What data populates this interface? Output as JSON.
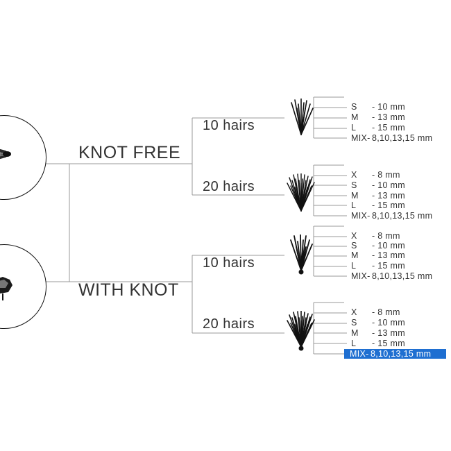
{
  "branches": [
    {
      "label": "KNOT FREE",
      "icon": "knot-free-lash-closeup-icon",
      "groups": [
        {
          "hairs": "10 hairs",
          "icon": "lash-tuft-10-icon",
          "sizes": [
            {
              "code": "S",
              "value": "- 10 mm"
            },
            {
              "code": "M",
              "value": "- 13 mm"
            },
            {
              "code": "L",
              "value": "- 15 mm"
            },
            {
              "code": "MIX-",
              "value": "8,10,13,15 mm"
            }
          ]
        },
        {
          "hairs": "20 hairs",
          "icon": "lash-tuft-20-icon",
          "sizes": [
            {
              "code": "X",
              "value": "- 8 mm"
            },
            {
              "code": "S",
              "value": "- 10 mm"
            },
            {
              "code": "M",
              "value": "- 13 mm"
            },
            {
              "code": "L",
              "value": "- 15 mm"
            },
            {
              "code": "MIX-",
              "value": "8,10,13,15 mm"
            }
          ]
        }
      ]
    },
    {
      "label": "WITH KNOT",
      "icon": "knotted-lash-closeup-icon",
      "groups": [
        {
          "hairs": "10 hairs",
          "icon": "lash-tuft-10-knot-icon",
          "sizes": [
            {
              "code": "X",
              "value": "- 8 mm"
            },
            {
              "code": "S",
              "value": "- 10 mm"
            },
            {
              "code": "M",
              "value": "- 13 mm"
            },
            {
              "code": "L",
              "value": "- 15 mm"
            },
            {
              "code": "MIX-",
              "value": "8,10,13,15 mm"
            }
          ]
        },
        {
          "hairs": "20 hairs",
          "icon": "lash-tuft-20-knot-icon",
          "sizes": [
            {
              "code": "X",
              "value": "- 8 mm"
            },
            {
              "code": "S",
              "value": "- 10 mm"
            },
            {
              "code": "M",
              "value": "- 13 mm"
            },
            {
              "code": "L",
              "value": "- 15 mm"
            },
            {
              "code": "MIX-",
              "value": "8,10,13,15 mm",
              "highlighted": true
            }
          ]
        }
      ]
    }
  ],
  "colors": {
    "line": "#9a9a9a",
    "text": "#333333",
    "highlight": "#1f6fd1"
  }
}
